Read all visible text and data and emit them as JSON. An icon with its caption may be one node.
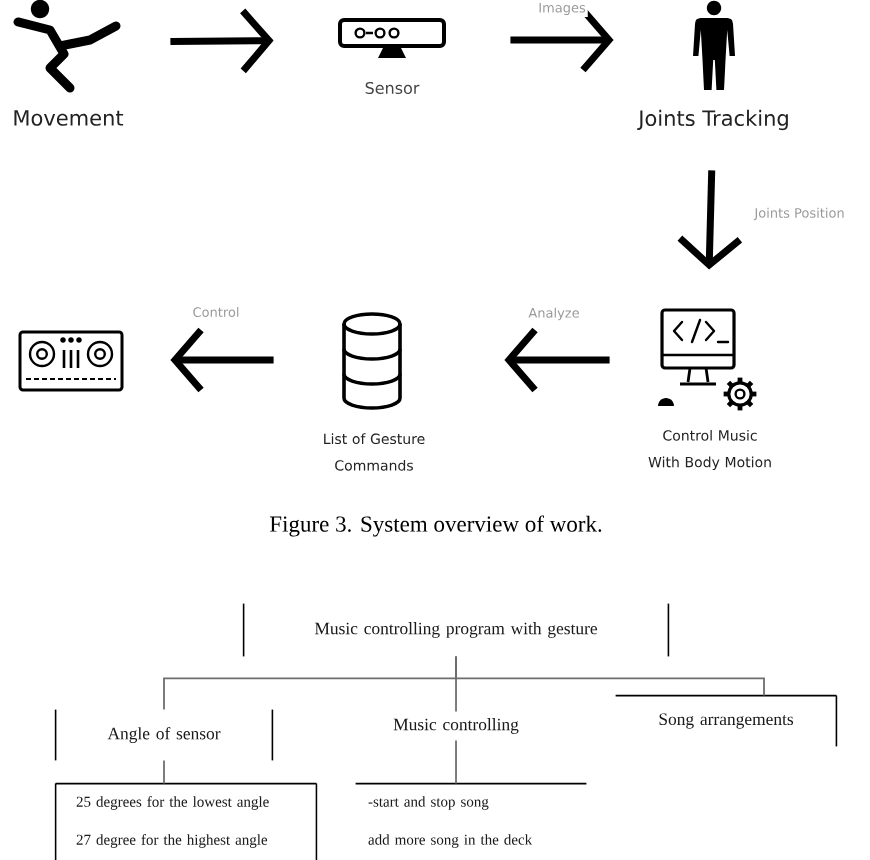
{
  "diagram": {
    "caption": "Figure 3. System overview of work.",
    "nodes": [
      {
        "text": [
          "Movement"
        ]
      },
      {
        "text": [
          "Sensor"
        ]
      },
      {
        "text": [
          "Joints Tracking"
        ]
      },
      {
        "text": [],
        "shape": "picture"
      },
      {
        "text": [
          "List of Gesture Commands"
        ]
      },
      {
        "text": [
          "Control Music With Body Motion"
        ]
      },
      {
        "text": [
          "Music controlling program with gesture"
        ]
      },
      {
        "text": [
          "Angle of sensor"
        ]
      },
      {
        "text": [
          "Music controlling"
        ]
      },
      {
        "text": [
          "Song arrangements"
        ]
      },
      {
        "text": [
          "25 degrees for the lowest angle",
          "27 degree for the highest angle"
        ]
      },
      {
        "text": [
          "-start and stop song",
          "add more song in the deck"
        ]
      }
    ],
    "edges": [
      {
        "from": 0,
        "to": 1,
        "arrow": "to",
        "style": "thick"
      },
      {
        "from": 1,
        "to": 2,
        "arrow": "to",
        "style": "thick",
        "label": "Images"
      },
      {
        "from": 2,
        "to": 5,
        "arrow": "to",
        "style": "thick",
        "label": "Joints Position"
      },
      {
        "from": 5,
        "to": 4,
        "arrow": "to",
        "style": "thick",
        "label": "Analyze"
      },
      {
        "from": 4,
        "to": 3,
        "arrow": "to",
        "style": "thick",
        "label": "Control"
      },
      {
        "from": 6,
        "to": 7,
        "arrow": "none",
        "color": "#6e6e6e"
      },
      {
        "from": 6,
        "to": 8,
        "arrow": "none",
        "color": "#6e6e6e"
      },
      {
        "from": 6,
        "to": 9,
        "arrow": "none",
        "color": "#6e6e6e"
      },
      {
        "from": 7,
        "to": 10,
        "arrow": "none",
        "color": "#6e6e6e"
      },
      {
        "from": 8,
        "to": 11,
        "arrow": "none",
        "color": "#6e6e6e"
      }
    ]
  }
}
